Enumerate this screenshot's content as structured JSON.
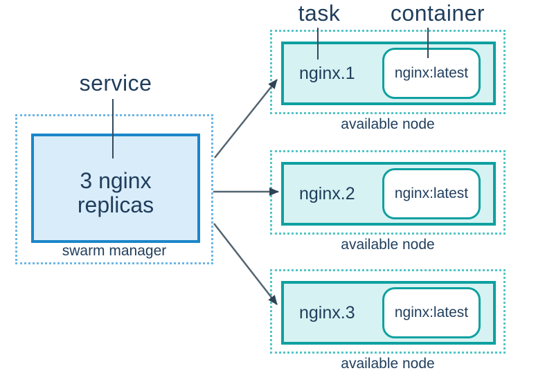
{
  "labels": {
    "service": "service",
    "task": "task",
    "container": "container"
  },
  "manager": {
    "service_name": "3 nginx\nreplicas",
    "caption": "swarm manager"
  },
  "nodes": [
    {
      "task_name": "nginx.1",
      "container_image": "nginx:latest",
      "caption": "available node"
    },
    {
      "task_name": "nginx.2",
      "container_image": "nginx:latest",
      "caption": "available node"
    },
    {
      "task_name": "nginx.3",
      "container_image": "nginx:latest",
      "caption": "available node"
    }
  ],
  "colors": {
    "blue_border": "#1b86c9",
    "blue_fill": "#d9ecf9",
    "blue_dotted": "#6cb5e4",
    "teal_border": "#0fa0a0",
    "teal_fill": "#d6f2f2",
    "teal_dotted": "#52c5c5",
    "text": "#1f3d5c",
    "line": "#33485c",
    "arrow": "#53646f",
    "arrowhead": "#2e4356"
  }
}
